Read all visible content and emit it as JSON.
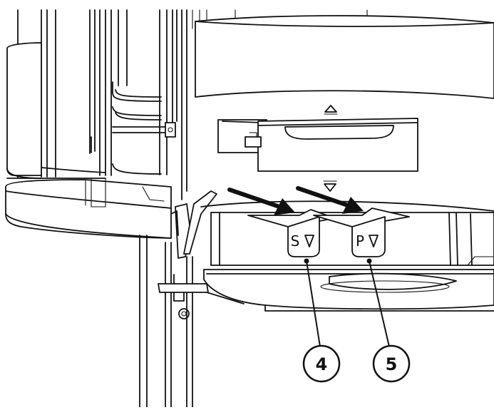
{
  "figure": {
    "tab_labels": {
      "left": "S",
      "right": "P"
    },
    "callouts": [
      {
        "number": "4"
      },
      {
        "number": "5"
      }
    ]
  }
}
